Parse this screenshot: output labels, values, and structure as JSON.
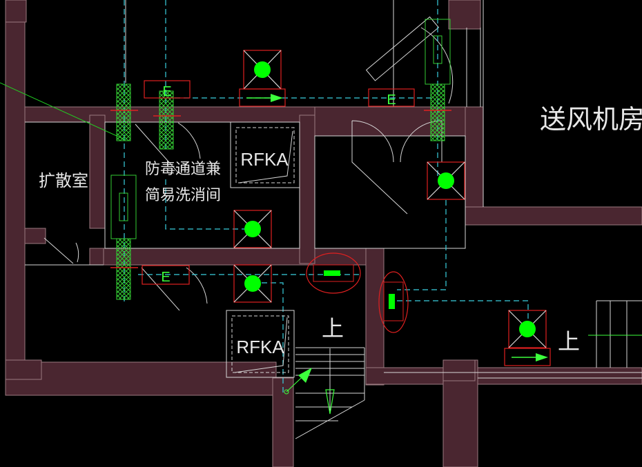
{
  "rooms": {
    "supply_fan_room": "送风机房",
    "expansion_room": "扩散室",
    "decon_line1": "防毒通道兼",
    "decon_line2": "简易洗消间"
  },
  "labels": {
    "rfka": "RFKA",
    "exhaust": "E",
    "stair_up": "上"
  },
  "colors": {
    "background": "#000000",
    "wall_fill": "#4a2630",
    "wall_edge": "#9a7a80",
    "duct": "#3ad0e0",
    "equipment_red": "#e02020",
    "fan_green": "#00ff00",
    "hatch_green": "#33cc33",
    "line_white": "#d8d8d8"
  }
}
